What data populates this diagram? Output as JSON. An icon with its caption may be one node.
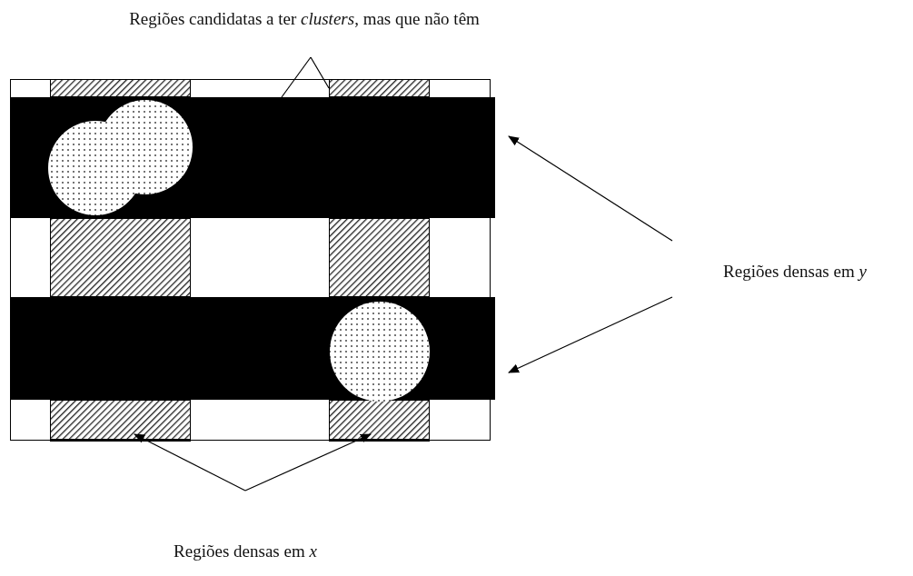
{
  "diagram": {
    "nodes": [
      {
        "text": [
          "Regiões candidatas a ter *clusters*, mas que não têm"
        ]
      },
      {
        "text": [
          "Regiões densas em *y*"
        ]
      },
      {
        "text": [
          "Regiões densas em *x*"
        ]
      },
      {
        "text": [],
        "shape": "bar"
      },
      {
        "text": [],
        "shape": "bar"
      },
      {
        "text": [],
        "shape": "bar"
      },
      {
        "text": [],
        "shape": "bar"
      },
      {
        "text": [],
        "shape": "circle"
      },
      {
        "text": [],
        "shape": "circle"
      }
    ],
    "edges": [
      {
        "from": 0,
        "to": 3,
        "arrow": "none"
      },
      {
        "from": 0,
        "to": 6,
        "arrow": "none"
      },
      {
        "from": 1,
        "to": 3,
        "arrow": "to"
      },
      {
        "from": 1,
        "to": 4,
        "arrow": "to"
      },
      {
        "from": 2,
        "to": 5,
        "arrow": "to"
      },
      {
        "from": 2,
        "to": 6,
        "arrow": "to"
      }
    ]
  }
}
